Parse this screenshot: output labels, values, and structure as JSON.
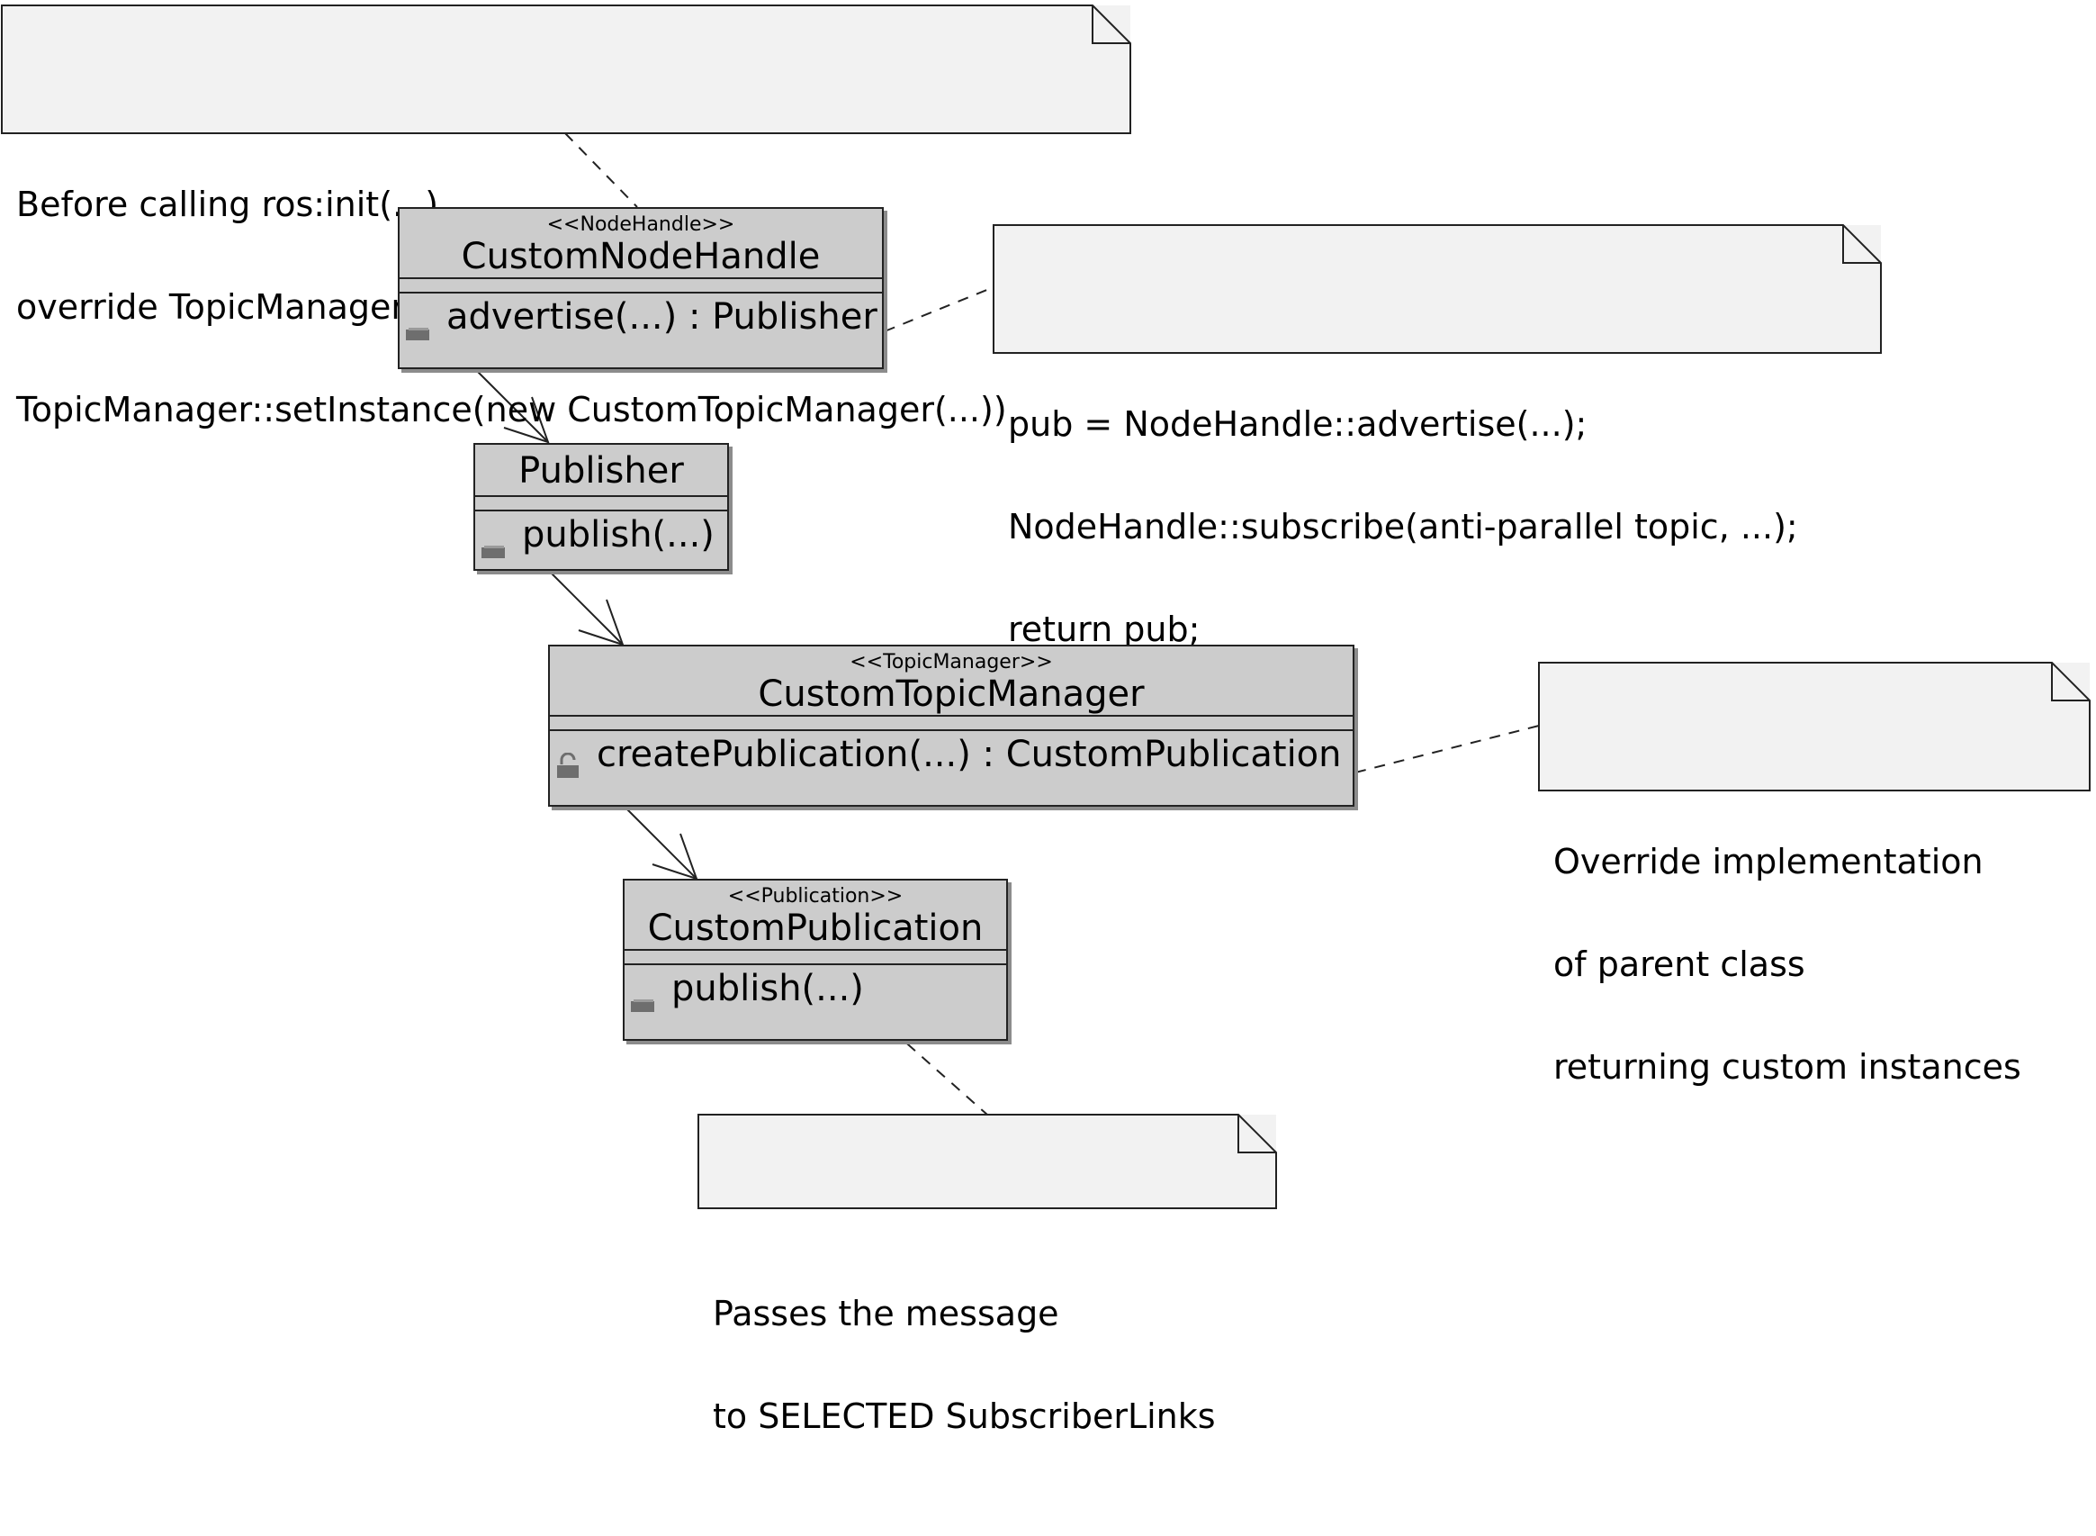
{
  "notes": {
    "init_note": {
      "lines": [
        "Before calling ros:init(...)",
        "override TopicManager singleton:",
        "TopicManager::setInstance(new CustomTopicManager(...))"
      ]
    },
    "advertise_note": {
      "lines": [
        "pub = NodeHandle::advertise(...);",
        "NodeHandle::subscribe(anti-parallel topic, ...);",
        "return pub;"
      ]
    },
    "override_note": {
      "lines": [
        "Override implementation",
        "of parent class",
        "returning custom instances"
      ]
    },
    "publish_note": {
      "lines": [
        "Passes the message",
        "to SELECTED SubscriberLinks"
      ]
    }
  },
  "classes": {
    "custom_node_handle": {
      "stereotype": "<<NodeHandle>>",
      "name": "CustomNodeHandle",
      "operation": "advertise(...) : Publisher",
      "visibility_icon": "public-method-icon"
    },
    "publisher": {
      "name": "Publisher",
      "operation": "publish(...)",
      "visibility_icon": "public-method-icon"
    },
    "custom_topic_manager": {
      "stereotype": "<<TopicManager>>",
      "name": "CustomTopicManager",
      "operation": "createPublication(...) : CustomPublication",
      "visibility_icon": "protected-method-icon"
    },
    "custom_publication": {
      "stereotype": "<<Publication>>",
      "name": "CustomPublication",
      "operation": "publish(...)",
      "visibility_icon": "public-method-icon"
    }
  },
  "colors": {
    "class_fill": "#cccccc",
    "note_fill": "#f2f2f2",
    "line": "#222222",
    "shadow": "#8c8c8c"
  }
}
